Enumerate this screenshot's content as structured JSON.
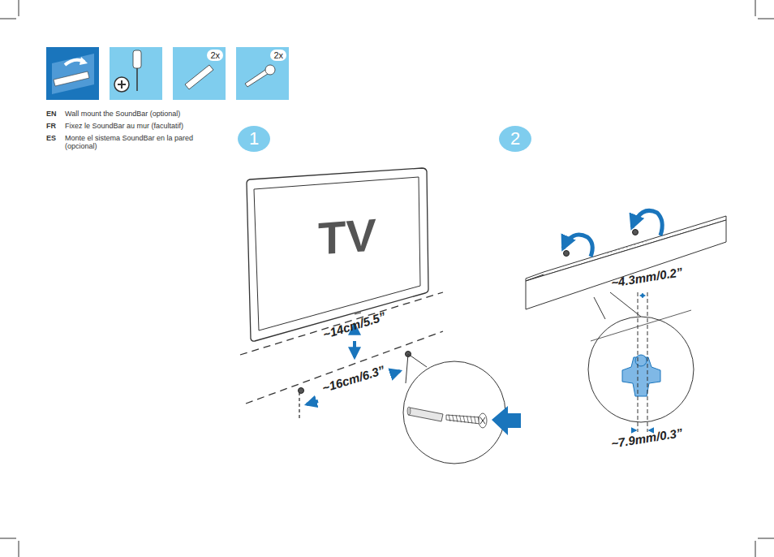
{
  "diagram": {
    "nodes": [
      {
        "text": [
          "2x"
        ]
      },
      {
        "text": [
          "2x"
        ]
      },
      {
        "text": [
          "1"
        ]
      },
      {
        "text": [
          "2"
        ]
      },
      {
        "text": [
          "TV"
        ]
      }
    ],
    "labels": [
      "EN",
      "Wall mount the SoundBar (optional)",
      "FR",
      "Fixez le SoundBar au mur (facultatif)",
      "ES",
      "Monte el sistema SoundBar en la pared (opcional)",
      "~14cm/5.5”",
      "~16cm/6.3”",
      "~4.3mm/0.2”",
      "~7.9mm/0.3”"
    ]
  }
}
